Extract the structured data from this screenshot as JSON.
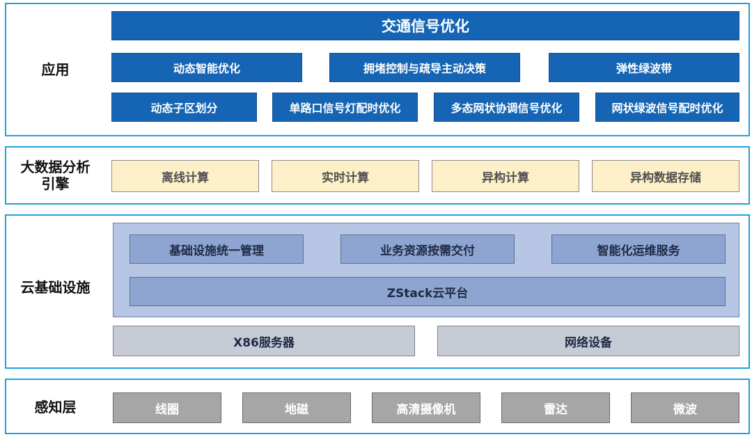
{
  "layers": {
    "application": {
      "label": "应用",
      "top": "交通信号优化",
      "row1": [
        "动态智能优化",
        "拥堵控制与疏导主动决策",
        "弹性绿波带"
      ],
      "row2": [
        "动态子区划分",
        "单路口信号灯配时优化",
        "多态网状协调信号优化",
        "网状绿波信号配时优化"
      ]
    },
    "bigdata": {
      "label": "大数据分析\n引擎",
      "items": [
        "离线计算",
        "实时计算",
        "异构计算",
        "异构数据存储"
      ]
    },
    "cloud": {
      "label": "云基础设施",
      "services": [
        "基础设施统一管理",
        "业务资源按需交付",
        "智能化运维服务"
      ],
      "platform": "ZStack云平台",
      "hardware": [
        "X86服务器",
        "网络设备"
      ]
    },
    "perception": {
      "label": "感知层",
      "items": [
        "线圈",
        "地磁",
        "高清摄像机",
        "雷达",
        "微波"
      ]
    }
  },
  "colors": {
    "border": "#1ea1dd",
    "app_blue": "#1565b4",
    "cream": "#fdefc8",
    "cloud_inner": "#b6c6e4",
    "service_steel": "#8ea5d1",
    "hardware_light": "#c6cbd6",
    "sensor_gray": "#a6a6a6"
  }
}
